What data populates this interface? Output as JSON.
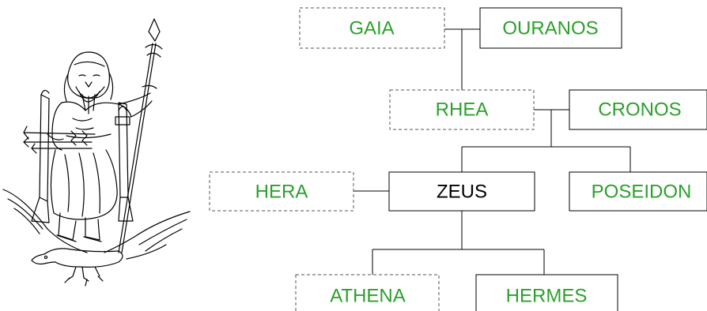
{
  "colors": {
    "label": "#2ca02c",
    "focus_label": "#000000",
    "box_border": "#000000",
    "dashed_border": "#555555"
  },
  "illustration": {
    "icon": "zeus-on-throne-with-eagle-illustration"
  },
  "tree": {
    "gaia": "GAIA",
    "ouranos": "OURANOS",
    "rhea": "RHEA",
    "cronos": "CRONOS",
    "hera": "HERA",
    "zeus": "ZEUS",
    "poseidon": "POSEIDON",
    "athena": "ATHENA",
    "hermes": "HERMES"
  }
}
